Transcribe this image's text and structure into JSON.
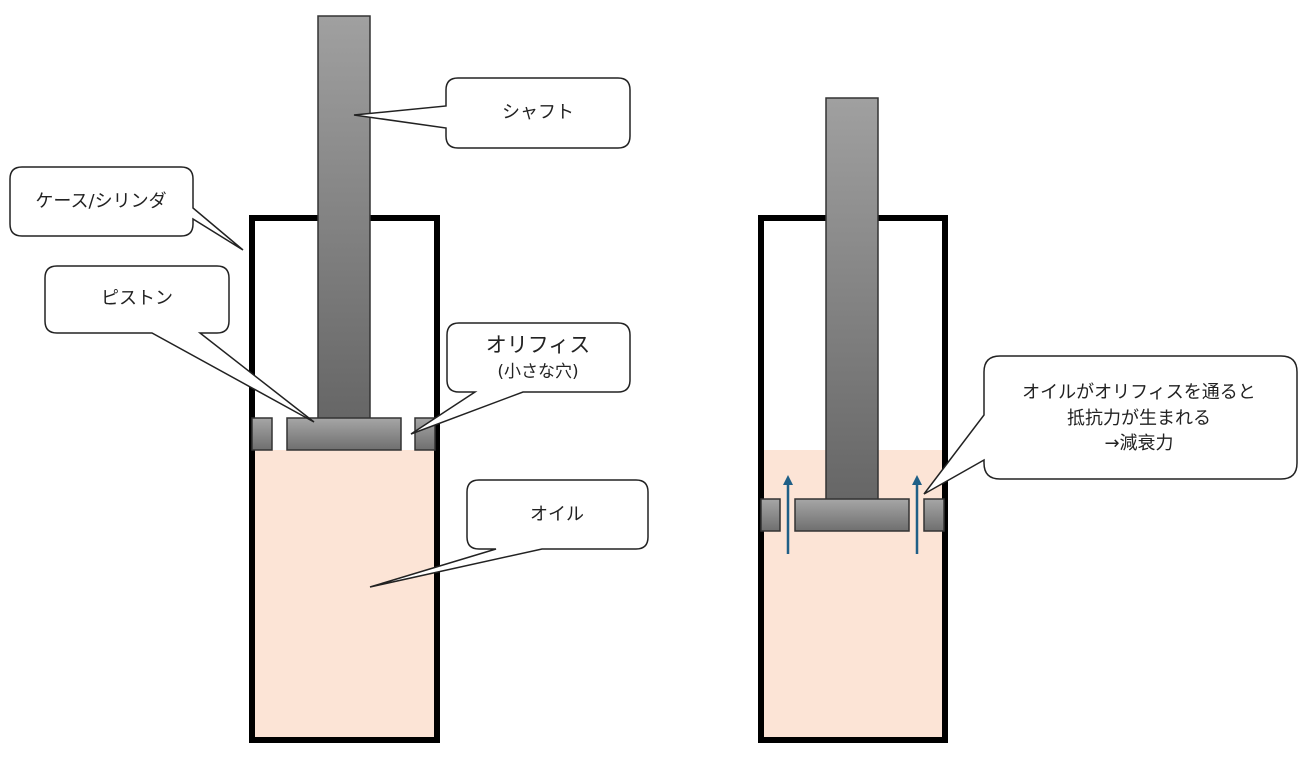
{
  "colors": {
    "oil": "#fce4d6",
    "case_stroke": "#000000",
    "shaft_light": "#a0a0a0",
    "shaft_dark": "#666666",
    "piston_light": "#a6a6a6",
    "piston_dark": "#707070",
    "arrow": "#1f5f87",
    "callout_fill": "#ffffff",
    "callout_stroke": "#222222"
  },
  "left_diagram": {
    "labels": {
      "shaft": "シャフト",
      "case_cylinder": "ケース/シリンダ",
      "piston": "ピストン",
      "orifice_line1": "オリフィス",
      "orifice_line2": "(小さな穴)",
      "oil": "オイル"
    }
  },
  "right_diagram": {
    "note_line1": "オイルがオリフィスを通ると",
    "note_line2": "抵抗力が生まれる",
    "note_line3": "→減衰力",
    "flow_arrows": [
      "flow-arrow-up",
      "flow-arrow-up"
    ]
  }
}
